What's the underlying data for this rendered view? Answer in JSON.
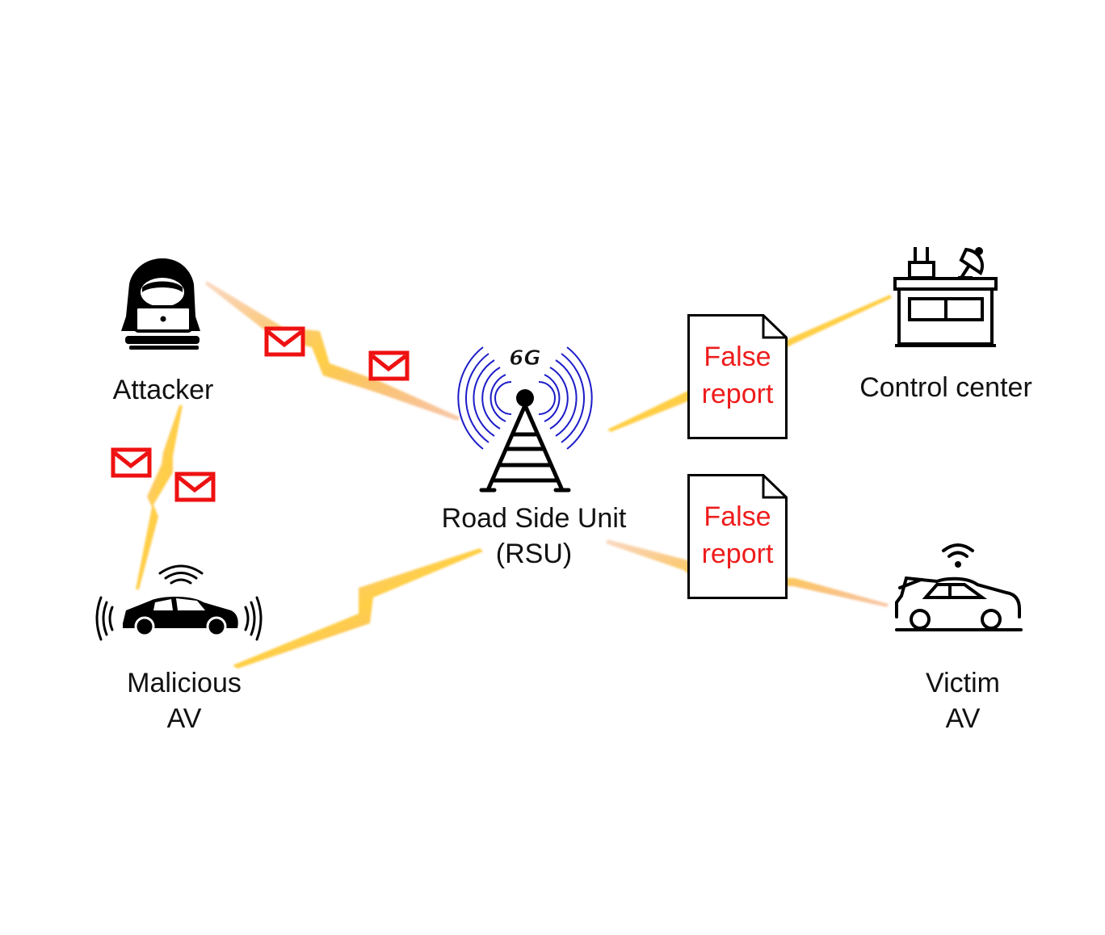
{
  "nodes": {
    "attacker": {
      "label": "Attacker"
    },
    "malicious_av": {
      "label_line1": "Malicious",
      "label_line2": "AV"
    },
    "rsu": {
      "label_line1": "Road Side Unit",
      "label_line2": "(RSU)",
      "badge": "6G"
    },
    "control_center": {
      "label": "Control center"
    },
    "victim_av": {
      "label_line1": "Victim",
      "label_line2": "AV"
    }
  },
  "reports": [
    {
      "line1": "False",
      "line2": "report"
    },
    {
      "line1": "False",
      "line2": "report"
    }
  ],
  "colors": {
    "text": "#111111",
    "report_text": "#ee1c1c",
    "envelope": "#ee1111",
    "radio_waves": "#1c1cc8",
    "bolt_inner": "#ffd84a",
    "bolt_outer": "#f08a4a"
  },
  "icons": {
    "attacker": "hacker-icon",
    "malicious_av": "car-broadcast-icon",
    "rsu": "antenna-tower-icon",
    "control_center": "building-satellite-icon",
    "victim_av": "car-wifi-icon",
    "message": "envelope-icon",
    "report": "document-icon"
  }
}
